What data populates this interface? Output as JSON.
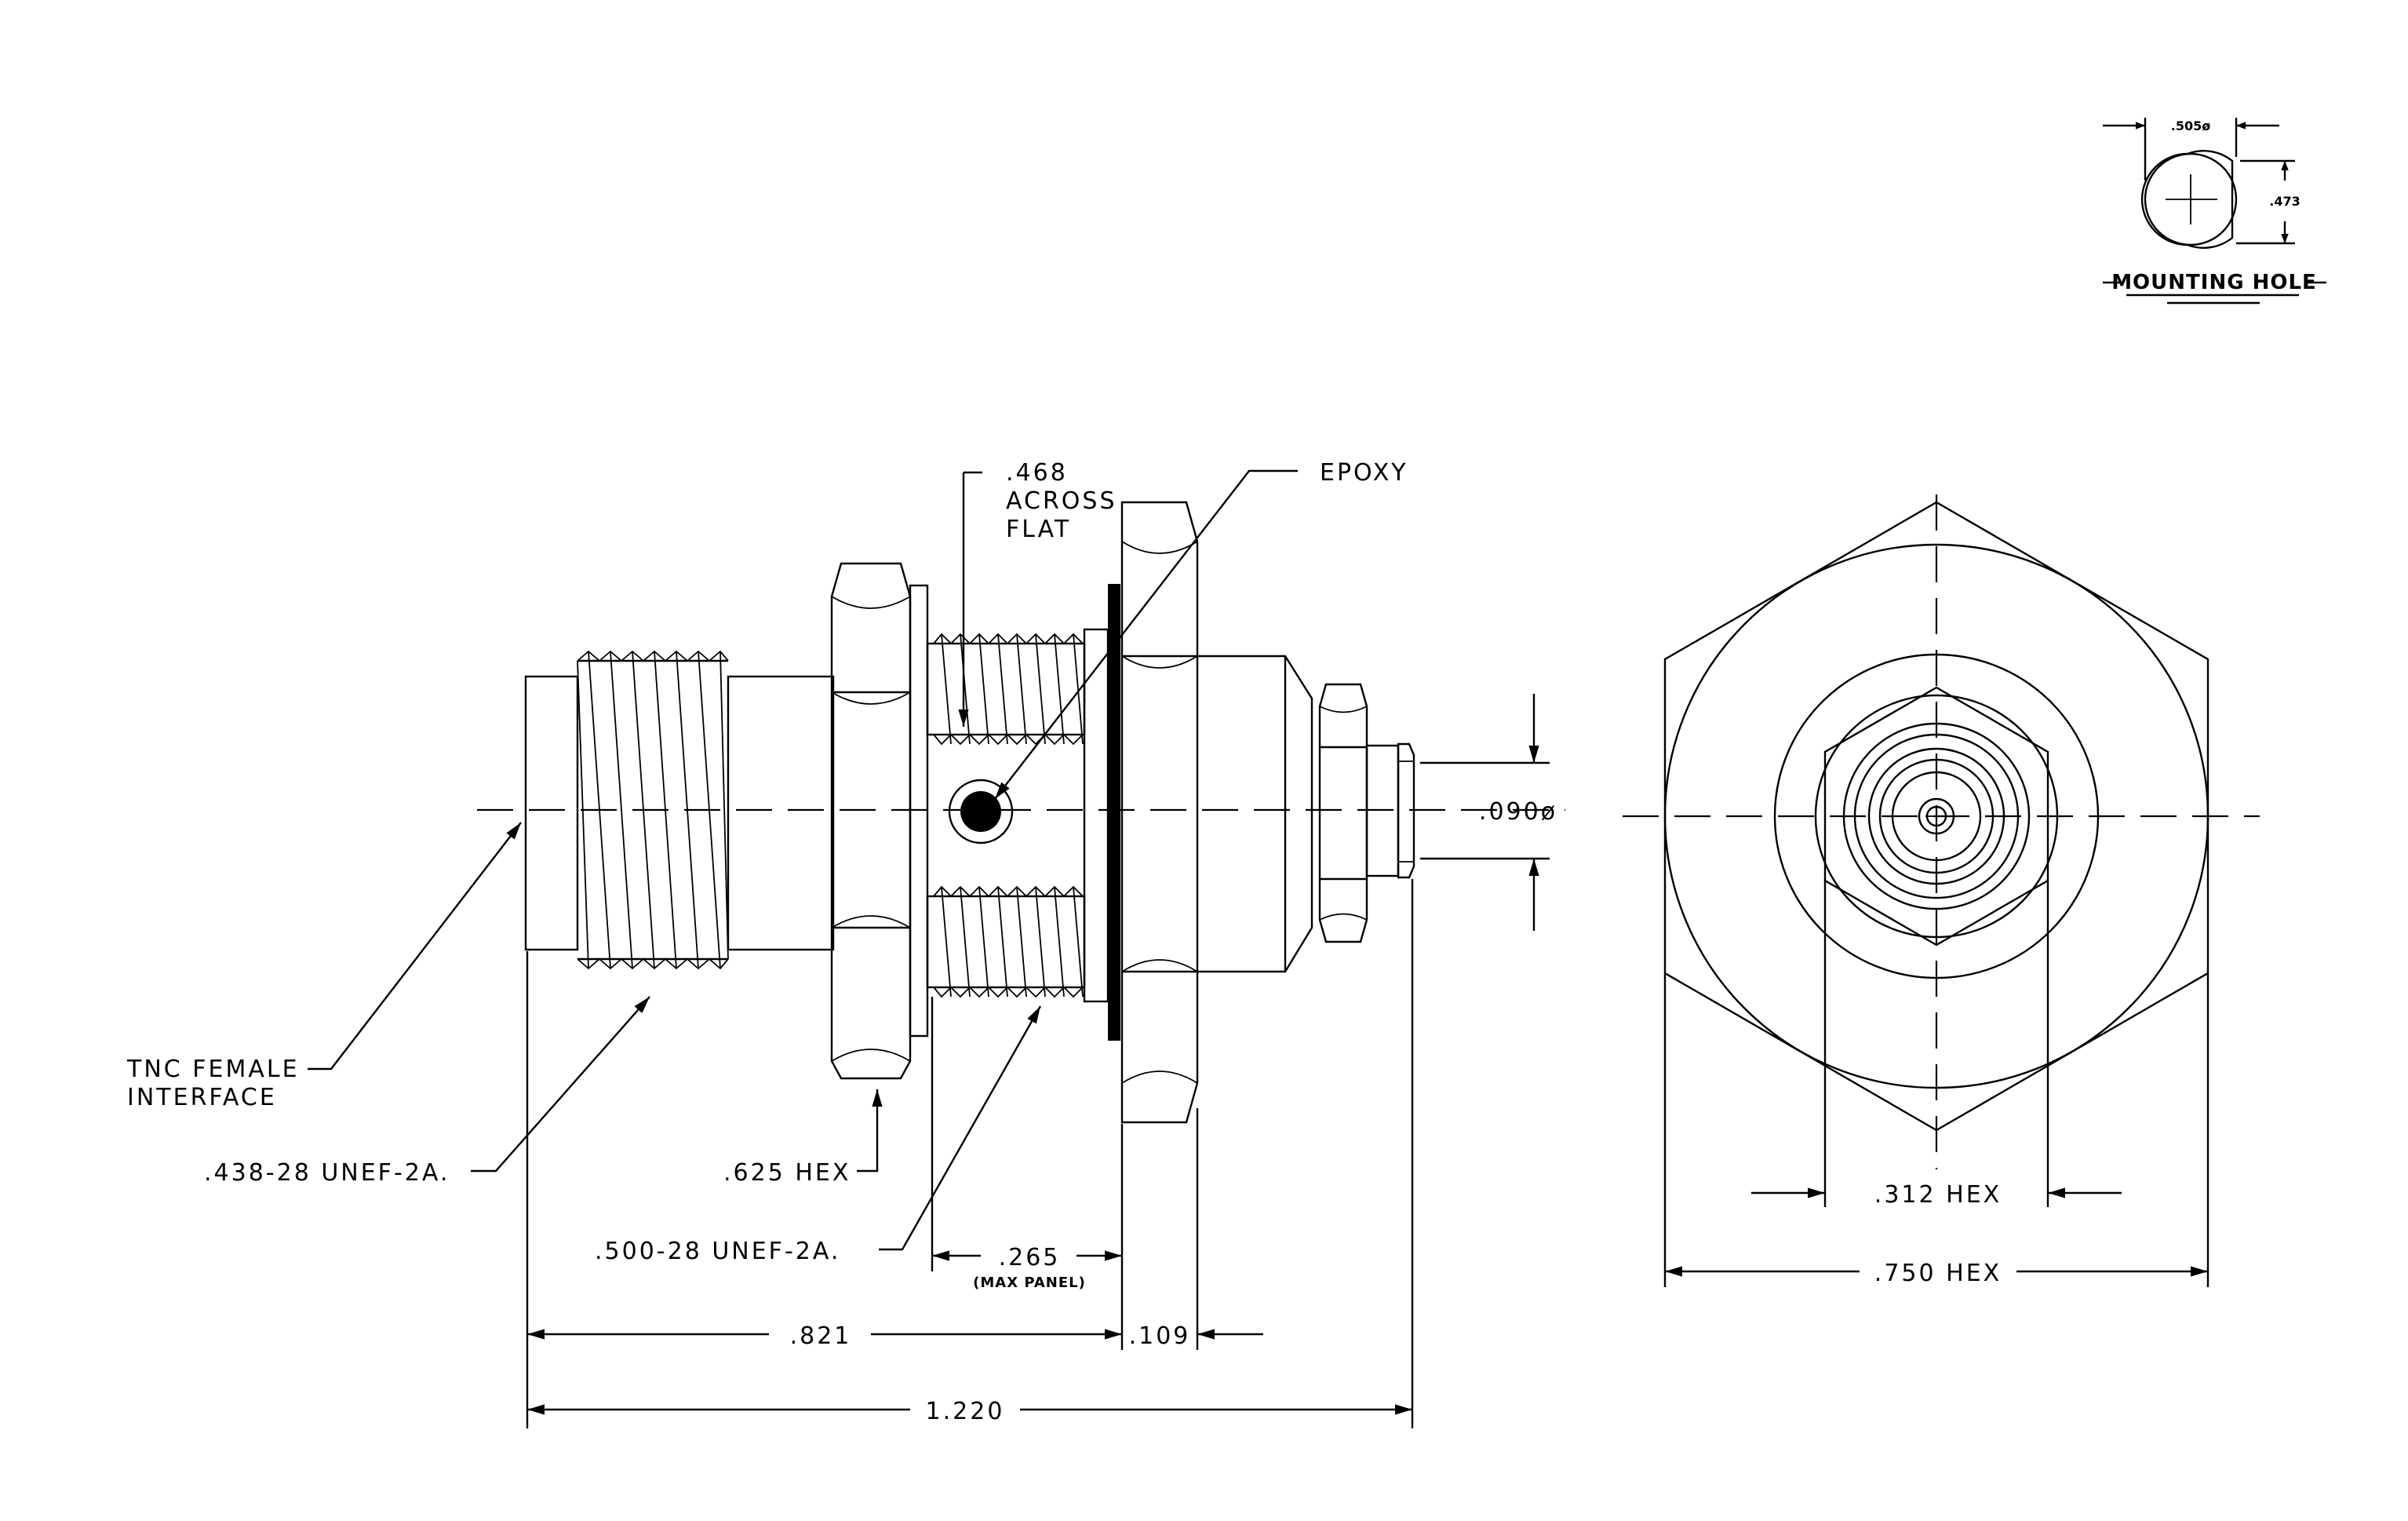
{
  "mounting_hole": {
    "title": "MOUNTING HOLE",
    "diameter": ".505ø",
    "flat": ".473"
  },
  "callouts": {
    "across_flat": [
      ".468",
      "ACROSS",
      "FLAT"
    ],
    "epoxy": "EPOXY",
    "tnc_interface": [
      "TNC FEMALE",
      "INTERFACE"
    ],
    "thread_438": ".438-28 UNEF-2A.",
    "hex_625": ".625 HEX",
    "thread_500": ".500-28 UNEF-2A."
  },
  "dimensions": {
    "pin_dia": ".090ø",
    "panel": ".265",
    "panel_note": "(MAX PANEL)",
    "d821": ".821",
    "d109": ".109",
    "d1220": "1.220",
    "hex_312": ".312 HEX",
    "hex_750": ".750 HEX"
  }
}
